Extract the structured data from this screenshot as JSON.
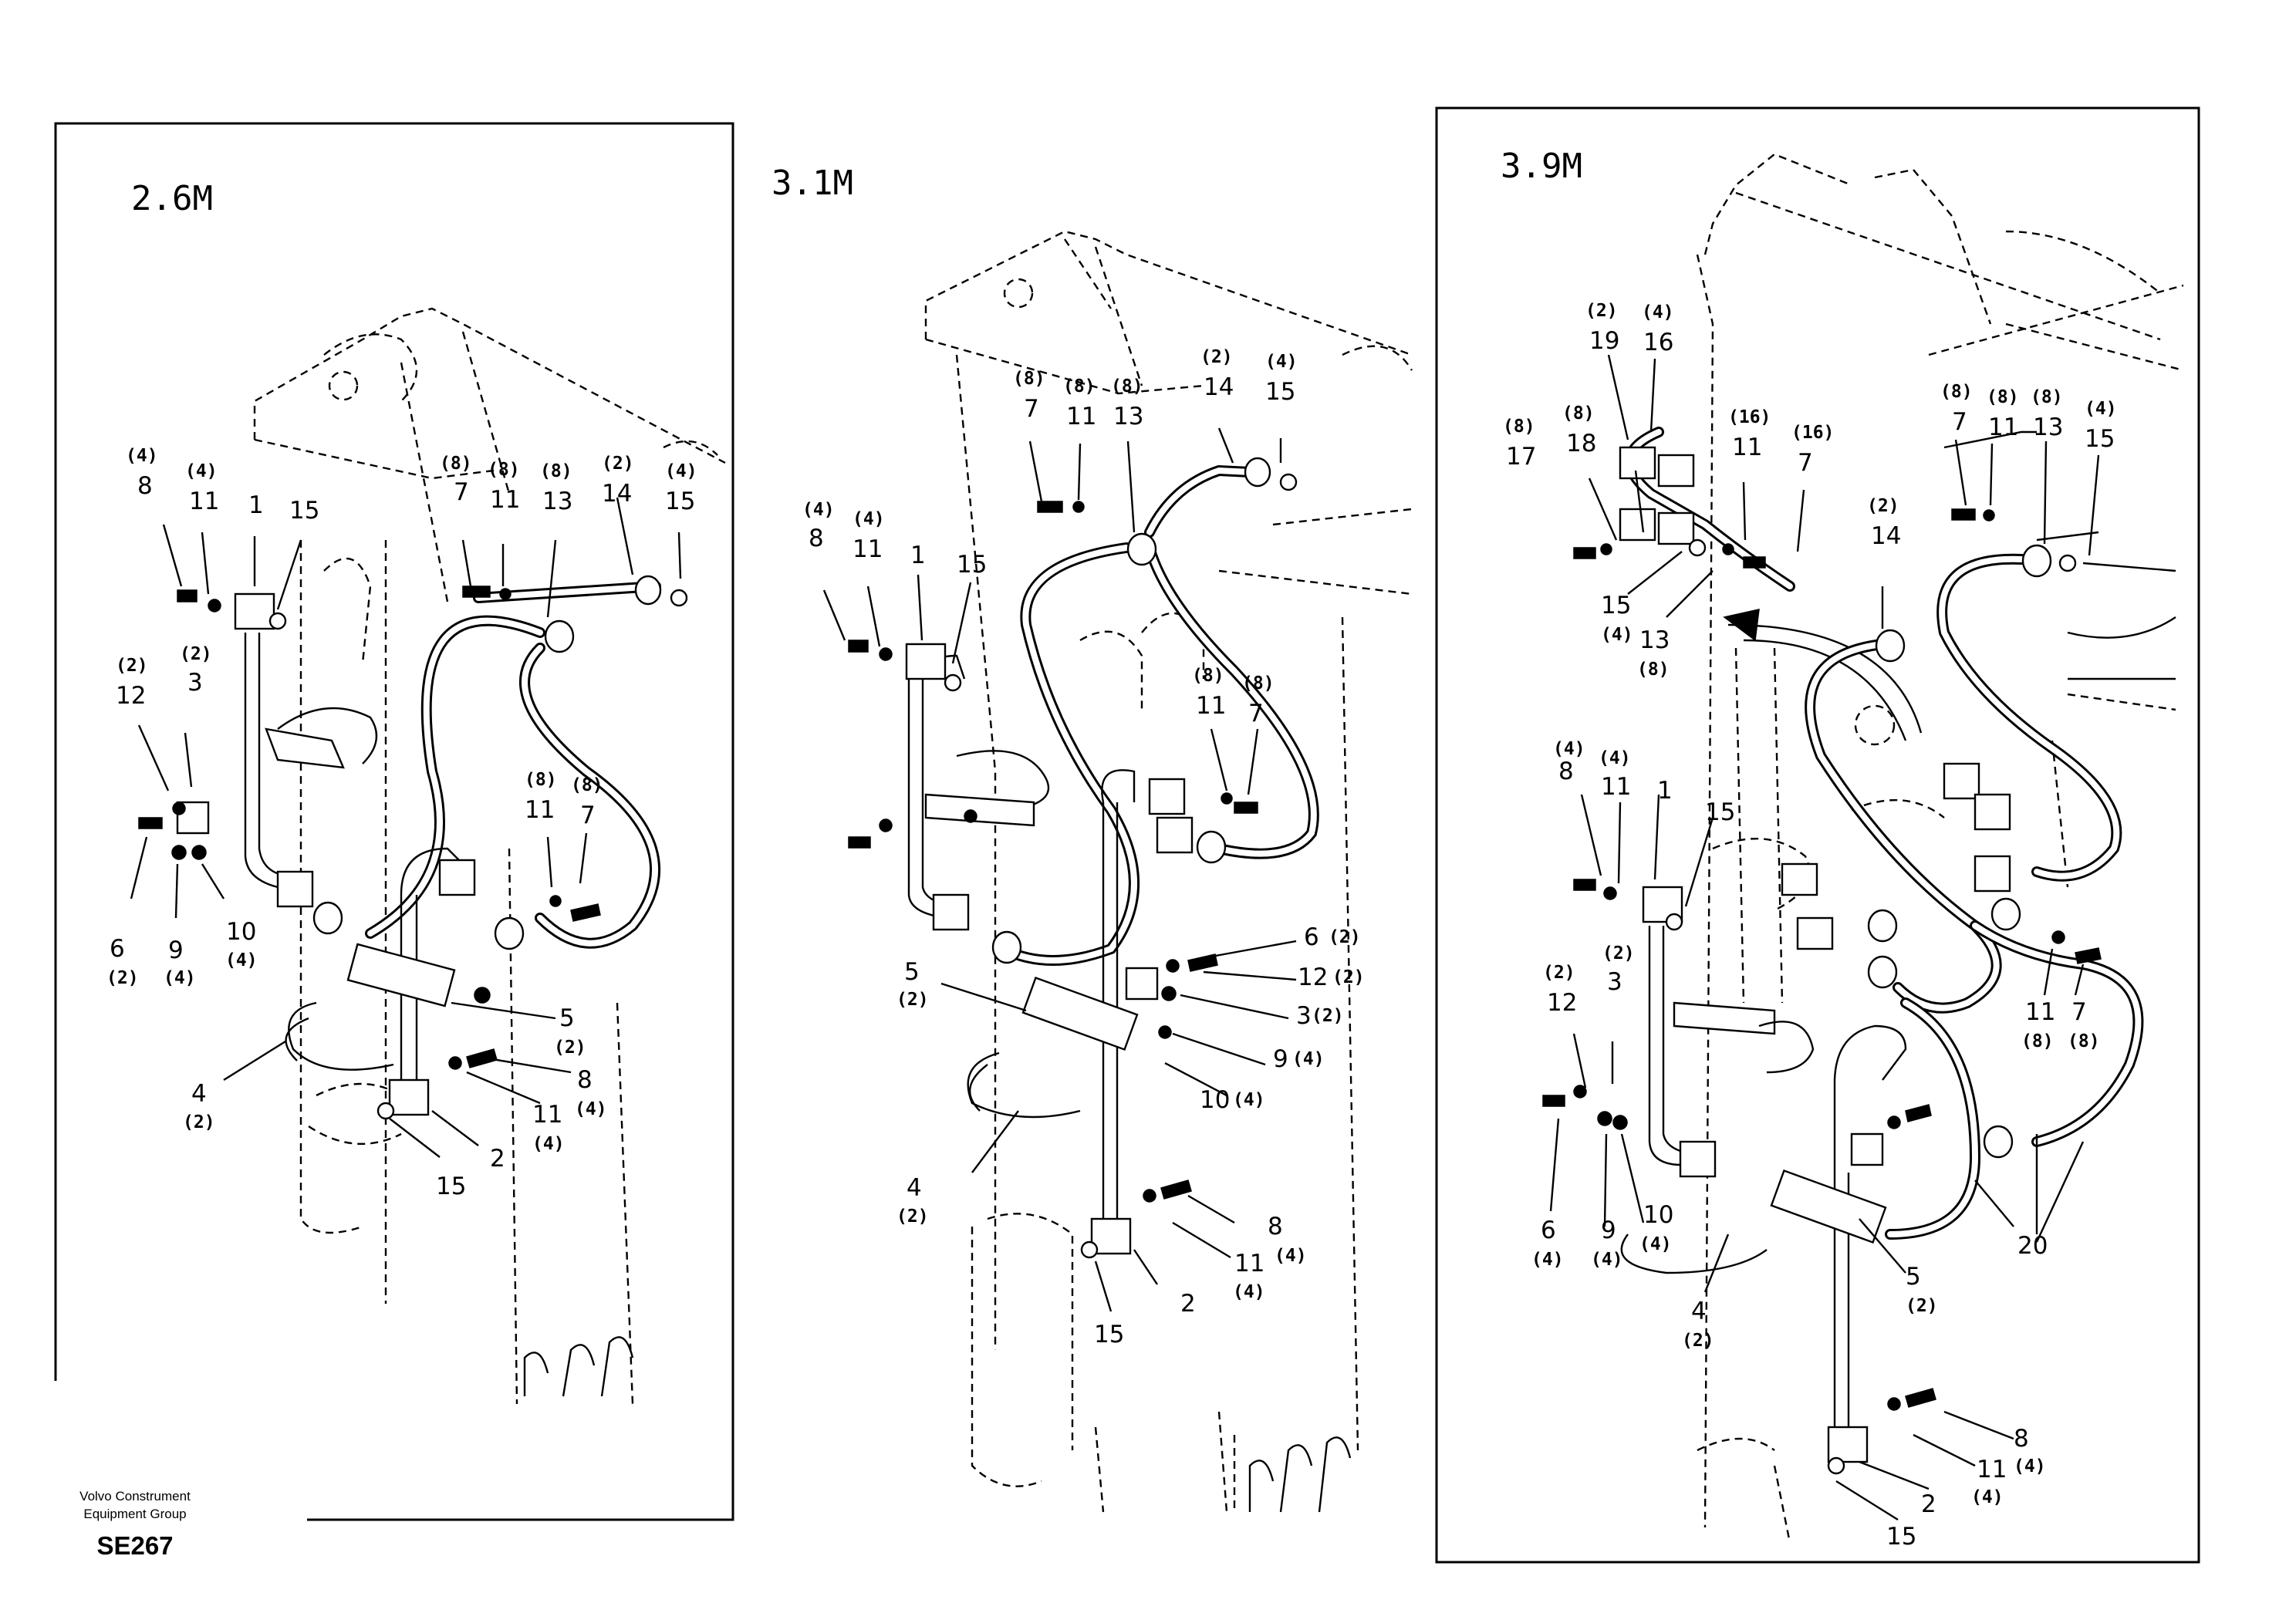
{
  "footer": {
    "company_line1": "Volvo Construment",
    "company_line2": "Equipment Group",
    "code": "SE267"
  },
  "panels": [
    {
      "title": "2.6M",
      "callouts": [
        {
          "n": "8",
          "q": "(4)"
        },
        {
          "n": "11",
          "q": "(4)"
        },
        {
          "n": "1",
          "q": ""
        },
        {
          "n": "15",
          "q": ""
        },
        {
          "n": "7",
          "q": "(8)"
        },
        {
          "n": "11",
          "q": "(8)"
        },
        {
          "n": "13",
          "q": "(8)"
        },
        {
          "n": "14",
          "q": "(2)"
        },
        {
          "n": "15",
          "q": "(4)"
        },
        {
          "n": "12",
          "q": "(2)"
        },
        {
          "n": "3",
          "q": "(2)"
        },
        {
          "n": "6",
          "q": "(2)"
        },
        {
          "n": "9",
          "q": "(4)"
        },
        {
          "n": "10",
          "q": "(4)"
        },
        {
          "n": "11",
          "q": "(8)"
        },
        {
          "n": "7",
          "q": "(8)"
        },
        {
          "n": "5",
          "q": "(2)"
        },
        {
          "n": "8",
          "q": "(4)"
        },
        {
          "n": "11",
          "q": "(4)"
        },
        {
          "n": "4",
          "q": "(2)"
        },
        {
          "n": "2",
          "q": ""
        },
        {
          "n": "15",
          "q": ""
        }
      ]
    },
    {
      "title": "3.1M",
      "callouts": [
        {
          "n": "7",
          "q": "(8)"
        },
        {
          "n": "11",
          "q": "(8)"
        },
        {
          "n": "13",
          "q": "(8)"
        },
        {
          "n": "14",
          "q": "(2)"
        },
        {
          "n": "15",
          "q": "(4)"
        },
        {
          "n": "8",
          "q": "(4)"
        },
        {
          "n": "11",
          "q": "(4)"
        },
        {
          "n": "1",
          "q": ""
        },
        {
          "n": "15",
          "q": ""
        },
        {
          "n": "11",
          "q": "(8)"
        },
        {
          "n": "7",
          "q": "(8)"
        },
        {
          "n": "6",
          "q": "(2)"
        },
        {
          "n": "12",
          "q": "(2)"
        },
        {
          "n": "3",
          "q": "(2)"
        },
        {
          "n": "9",
          "q": "(4)"
        },
        {
          "n": "10",
          "q": "(4)"
        },
        {
          "n": "5",
          "q": "(2)"
        },
        {
          "n": "4",
          "q": "(2)"
        },
        {
          "n": "8",
          "q": ""
        },
        {
          "n": "11",
          "q": "(4)"
        },
        {
          "n": "2",
          "q": ""
        },
        {
          "n": "15",
          "q": ""
        },
        {
          "n": "",
          "q": "(4)"
        }
      ]
    },
    {
      "title": "3.9M",
      "callouts": [
        {
          "n": "19",
          "q": "(2)"
        },
        {
          "n": "16",
          "q": "(4)"
        },
        {
          "n": "17",
          "q": "(8)"
        },
        {
          "n": "18",
          "q": "(8)"
        },
        {
          "n": "11",
          "q": "(16)"
        },
        {
          "n": "7",
          "q": "(16)"
        },
        {
          "n": "15",
          "q": "(4)"
        },
        {
          "n": "13",
          "q": "(8)"
        },
        {
          "n": "7",
          "q": "(8)"
        },
        {
          "n": "11",
          "q": "(8)"
        },
        {
          "n": "13",
          "q": "(8)"
        },
        {
          "n": "15",
          "q": "(4)"
        },
        {
          "n": "14",
          "q": "(2)"
        },
        {
          "n": "8",
          "q": "(4)"
        },
        {
          "n": "11",
          "q": "(4)"
        },
        {
          "n": "1",
          "q": ""
        },
        {
          "n": "15",
          "q": ""
        },
        {
          "n": "12",
          "q": "(2)"
        },
        {
          "n": "3",
          "q": "(2)"
        },
        {
          "n": "11",
          "q": "(8)"
        },
        {
          "n": "7",
          "q": "(8)"
        },
        {
          "n": "6",
          "q": "(4)"
        },
        {
          "n": "9",
          "q": "(4)"
        },
        {
          "n": "10",
          "q": "(4)"
        },
        {
          "n": "4",
          "q": "(2)"
        },
        {
          "n": "5",
          "q": "(2)"
        },
        {
          "n": "20",
          "q": ""
        },
        {
          "n": "8",
          "q": "(4)"
        },
        {
          "n": "11",
          "q": "(4)"
        },
        {
          "n": "2",
          "q": ""
        },
        {
          "n": "15",
          "q": ""
        }
      ]
    }
  ]
}
